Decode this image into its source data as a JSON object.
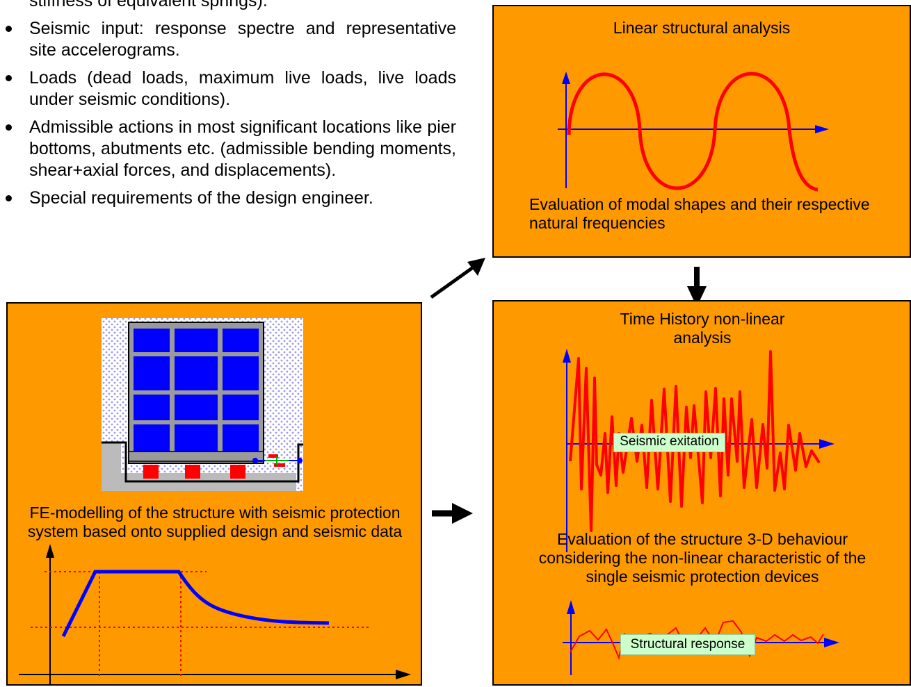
{
  "bullets": [
    "stiffness of equivalent springs).",
    "Seismic input: response spectre and representative site accelerograms.",
    "Loads (dead loads, maximum live loads, live loads under seismic conditions).",
    "Admissible actions in most significant locations like pier bottoms, abutments etc. (admissible bending moments, shear+axial forces, and displacements).",
    "Special requirements of the design engineer."
  ],
  "linear_box": {
    "title": "Linear structural analysis",
    "caption": "Evaluation of modal shapes and their respective natural frequencies"
  },
  "fe_box": {
    "caption": "FE-modelling of the structure with seismic protection system based onto supplied design and seismic data"
  },
  "timehistory_box": {
    "title": "Time History non-linear analysis",
    "excitation_label": "Seismic exitation",
    "caption": "Evaluation of the structure 3-D behaviour considering the non-linear characteristic of the single seismic protection devices",
    "response_label": "Structural response"
  },
  "colors": {
    "box_fill": "#ff9900",
    "axis": "#0000ff",
    "curve": "#ff0000",
    "label_fill": "#ccffcc",
    "building_glass": "#0000ff",
    "isolator": "#ff0000"
  },
  "icons": [
    "arrow-up-right-icon",
    "arrow-down-icon",
    "arrow-right-icon"
  ]
}
